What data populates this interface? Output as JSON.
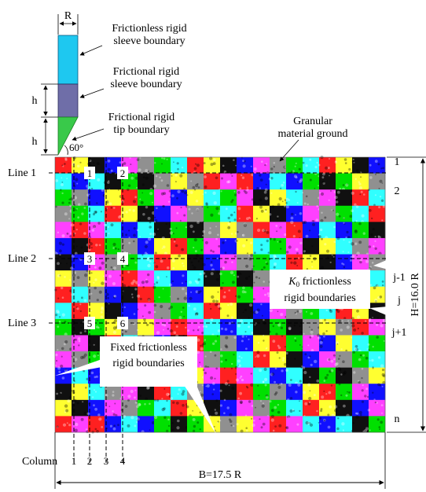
{
  "probe": {
    "radius_label": "R",
    "sleeve_label": [
      "Frictionless rigid",
      "sleeve boundary"
    ],
    "friction_sleeve_label": [
      "Frictional rigid",
      "sleeve boundary"
    ],
    "tip_label": [
      "Frictional rigid",
      "tip boundary"
    ],
    "h_label_upper": "h",
    "h_label_lower": "h",
    "angle_label": "60°",
    "colors": {
      "sleeve": "#1ec8f0",
      "friction_sleeve": "#6f6ea8",
      "tip": "#39c94a"
    }
  },
  "ground_label": [
    "Granular",
    "material ground"
  ],
  "lines": [
    {
      "label": "Line 1",
      "cols": [
        "1",
        "2"
      ]
    },
    {
      "label": "Line 2",
      "cols": [
        "3",
        "4"
      ]
    },
    {
      "label": "Line 3",
      "cols": [
        "5",
        "6"
      ]
    }
  ],
  "right_labels": [
    "1",
    "2",
    "j-1",
    "j",
    "j+1",
    "n"
  ],
  "k0_label": {
    "symbol": "K",
    "subscript": "0",
    "text1": " frictionless",
    "text2": "rigid boundaries"
  },
  "fixed_label": [
    "Fixed frictionless",
    "rigid boundaries"
  ],
  "height_label": "H=16.0 R",
  "width_label": "B=17.5 R",
  "column_label": "Column",
  "column_numbers": [
    "1",
    "2",
    "3",
    "4"
  ],
  "palette": [
    "#ff2020",
    "#1010ff",
    "#00e000",
    "#ffff30",
    "#ff40ff",
    "#30ffff",
    "#101010",
    "#909090"
  ]
}
